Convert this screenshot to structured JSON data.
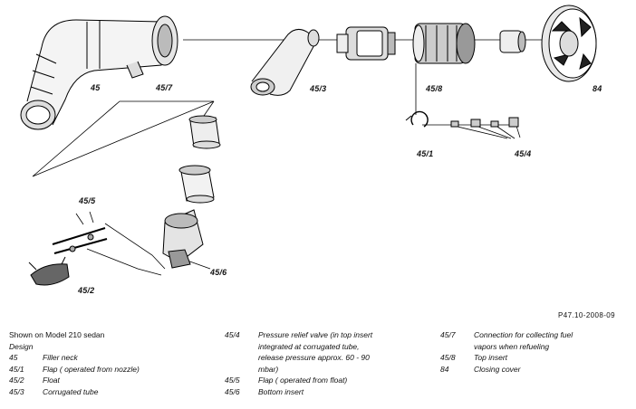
{
  "figure_ref": "P47.10-2008-09",
  "callouts": {
    "c45": "45",
    "c45_7": "45/7",
    "c45_3": "45/3",
    "c45_8": "45/8",
    "c84": "84",
    "c45_1": "45/1",
    "c45_4": "45/4",
    "c45_5": "45/5",
    "c45_2": "45/2",
    "c45_6": "45/6"
  },
  "legend": {
    "heading": "Shown on Model 210 sedan",
    "subheading": "Design",
    "col1": [
      {
        "code": "45",
        "desc": "Filler neck"
      },
      {
        "code": "45/1",
        "desc": "Flap ( operated from nozzle)"
      },
      {
        "code": "45/2",
        "desc": "Float"
      },
      {
        "code": "45/3",
        "desc": "Corrugated tube"
      }
    ],
    "col2": [
      {
        "code": "45/4",
        "desc": "Pressure relief valve (in top insert\nintegrated at corrugated tube,\nrelease pressure approx. 60 - 90\nmbar)"
      },
      {
        "code": "45/5",
        "desc": "Flap ( operated from float)"
      },
      {
        "code": "45/6",
        "desc": "Bottom insert"
      }
    ],
    "col3": [
      {
        "code": "45/7",
        "desc": "Connection for collecting fuel\nvapors when refueling"
      },
      {
        "code": "45/8",
        "desc": "Top insert"
      },
      {
        "code": "84",
        "desc": "Closing cover"
      }
    ]
  }
}
